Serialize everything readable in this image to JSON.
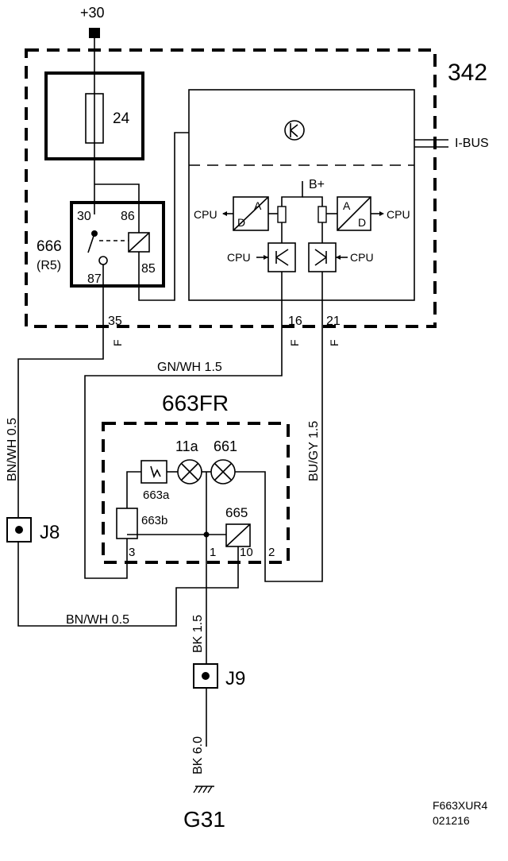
{
  "supply": "+30",
  "units": {
    "main": "342",
    "lamp_unit": "663FR"
  },
  "components": {
    "fuse": "24",
    "relay_id": "666",
    "relay_variant": "(R5)",
    "relay_pins": {
      "p30": "30",
      "p86": "86",
      "p87": "87",
      "p85": "85"
    },
    "bplus": "B+",
    "ibus": "I-BUS",
    "ad": {
      "a": "A",
      "d": "D"
    },
    "cpu": "CPU",
    "lamp_11a": "11a",
    "lamp_661": "661",
    "c663a": "663a",
    "c663b": "663b",
    "c665": "665"
  },
  "pins": {
    "p35": "35",
    "p16": "16",
    "p21": "21",
    "f": "F",
    "p3": "3",
    "p1": "1",
    "p10": "10",
    "p2": "2"
  },
  "wires": {
    "gnwh": "GN/WH  1.5",
    "bnwh_v": "BN/WH  0.5",
    "bnwh_h": "BN/WH  0.5",
    "bugy": "BU/GY  1.5",
    "bk_upper": "BK  1.5",
    "bk_lower": "BK  6.0"
  },
  "connectors": {
    "j8": "J8",
    "j9": "J9"
  },
  "ground": "G31",
  "footer": {
    "code": "F663XUR4",
    "date": "021216"
  }
}
